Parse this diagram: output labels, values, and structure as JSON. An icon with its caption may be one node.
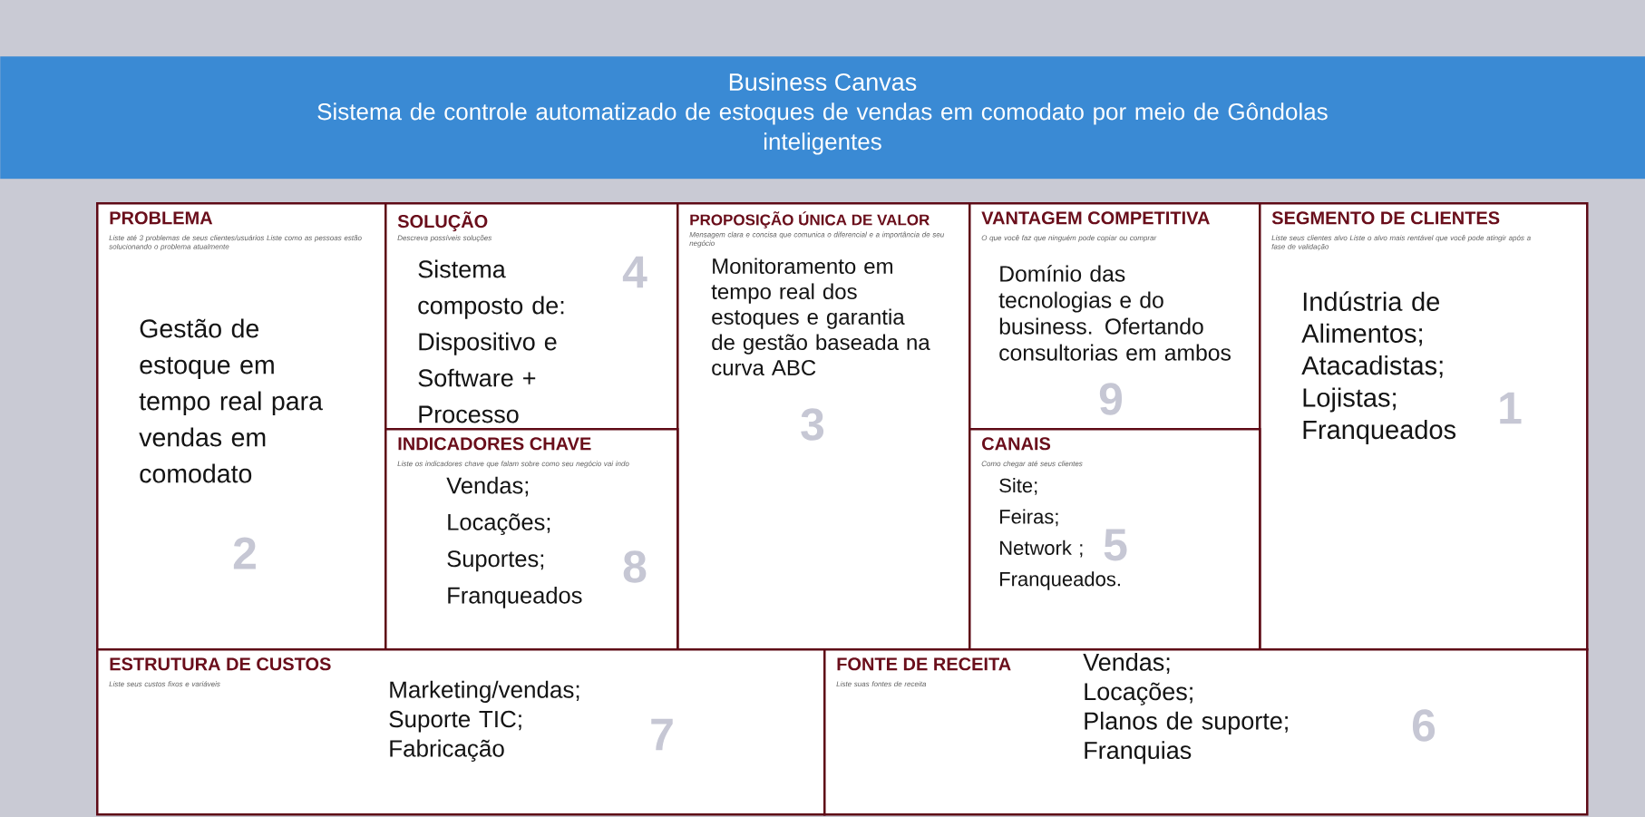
{
  "diagram": {
    "nodes": [
      {
        "text": [
          "Business Canvas",
          "Sistema de controle automatizado de estoques de vendas em comodato por meio de Gôndolas inteligentes"
        ]
      },
      {
        "text": [
          "PROBLEMA",
          "Liste até 3 problemas de seus clientes/usuários Liste como as pessoas estão solucionando o problema atualmente",
          "Gestão de estoque em tempo real para vendas em comodato",
          "2"
        ]
      },
      {
        "text": [
          "SOLUÇÃO",
          "Descreva possíveis soluções",
          "Sistema composto de: Dispositivo e Software + Processo",
          "4"
        ]
      },
      {
        "text": [
          "PROPOSIÇÃO ÚNICA DE VALOR",
          "Mensagem clara e concisa que comunica o diferencial e a importância de seu negócio",
          "Monitoramento em tempo real dos estoques e garantia de gestão baseada na curva ABC",
          "3"
        ]
      },
      {
        "text": [
          "VANTAGEM COMPETITIVA",
          "O que você faz que ninguém pode copiar ou comprar",
          "Domínio das tecnologias e do business. Ofertando consultorias em ambos",
          "9"
        ]
      },
      {
        "text": [
          "SEGMENTO DE CLIENTES",
          "Liste seus clientes alvo Liste o alvo mais rentável que você pode atingir após a fase de validação",
          "Indústria de Alimentos;",
          "Atacadistas;",
          "Lojistas;",
          "Franqueados",
          "1"
        ]
      },
      {
        "text": [
          "INDICADORES CHAVE",
          "Liste os indicadores chave que falam sobre como seu negócio vai indo",
          "Vendas;",
          "Locações;",
          "Suportes;",
          "Franqueados",
          "8"
        ]
      },
      {
        "text": [
          "CANAIS",
          "Como chegar até seus clientes",
          "Site;",
          "Feiras;",
          "Network ;",
          "Franqueados.",
          "5"
        ]
      },
      {
        "text": [
          "ESTRUTURA DE CUSTOS",
          "Liste seus custos fixos e variáveis",
          "Marketing/vendas;",
          "Suporte TIC;",
          "Fabricação",
          "7"
        ]
      },
      {
        "text": [
          "FONTE DE RECEITA",
          "Liste suas fontes de receita",
          "Vendas;",
          "Locações;",
          "Planos de suporte;",
          "Franquias",
          "6"
        ]
      }
    ]
  }
}
